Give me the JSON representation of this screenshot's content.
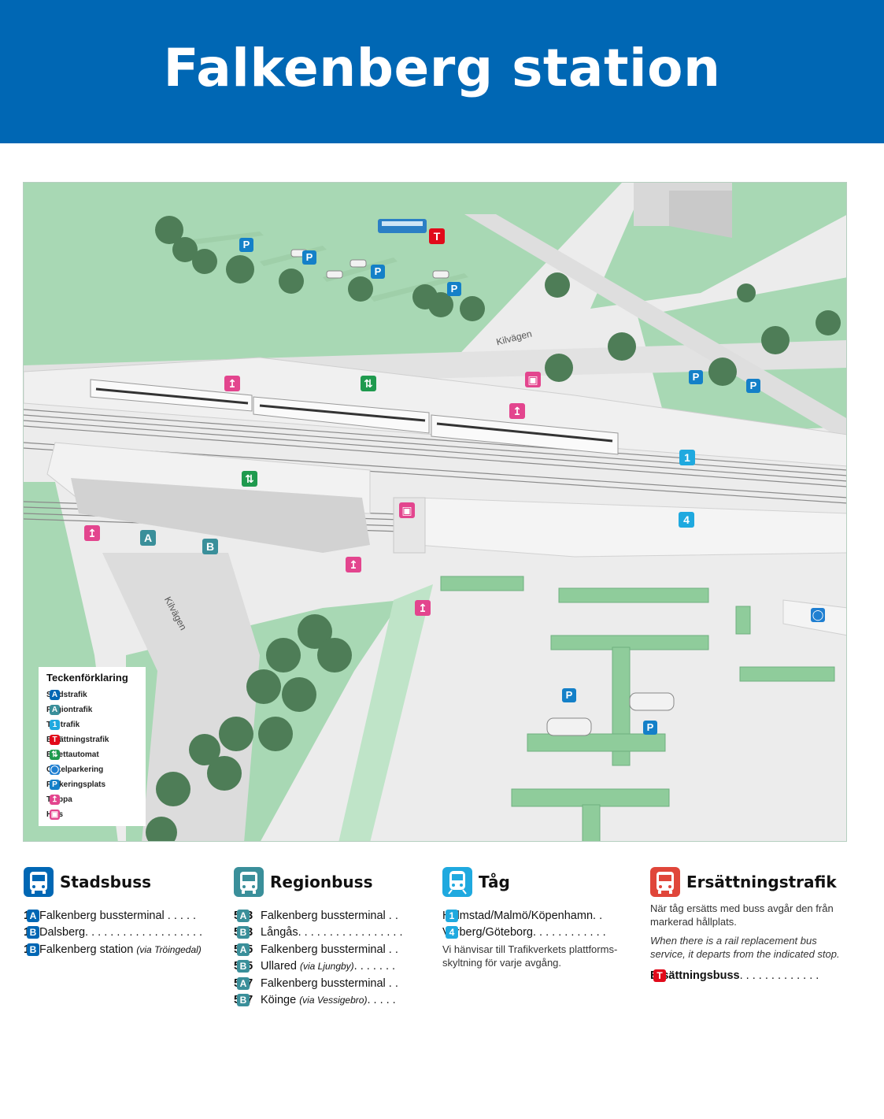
{
  "page": {
    "title": "Falkenberg station"
  },
  "colors": {
    "header_blue": "#0067b4",
    "stadstrafik": "#0067b4",
    "regiontrafik": "#3a8f9a",
    "tagtrafik": "#1fa9df",
    "ersattning": "#e10a1a",
    "biljett": "#1f9a4e",
    "parkering": "#1480c8",
    "trappa_hiss": "#e3458e",
    "grass": "#a8d8b4"
  },
  "map": {
    "road_labels": [
      "Kilvägen",
      "Kilvägen"
    ],
    "markers": {
      "P": "P",
      "T": "T",
      "A": "A",
      "B": "B",
      "track1": "1",
      "track4": "4"
    },
    "legend": {
      "title": "Teckenförklaring",
      "items": [
        {
          "badge": "A",
          "icon": "stadstrafik-icon",
          "label": "Stadstrafik"
        },
        {
          "badge": "A",
          "icon": "regiontrafik-icon",
          "label": "Regiontrafik"
        },
        {
          "badge": "1",
          "icon": "tagtrafik-icon",
          "label": "Tågtrafik"
        },
        {
          "badge": "T",
          "icon": "ersattningstrafik-icon",
          "label": "Ersättningstrafik"
        },
        {
          "badge": "",
          "icon": "ticket-machine-icon",
          "label": "Biljettautomat"
        },
        {
          "badge": "",
          "icon": "bicycle-icon",
          "label": "Cykelparkering"
        },
        {
          "badge": "P",
          "icon": "parking-icon",
          "label": "Parkeringsplats"
        },
        {
          "badge": "",
          "icon": "stairs-icon",
          "label": "Trappa"
        },
        {
          "badge": "",
          "icon": "elevator-icon",
          "label": "Hiss"
        }
      ]
    }
  },
  "timetable": {
    "stadsbuss": {
      "title": "Stadsbuss",
      "lines": [
        {
          "num": "1",
          "dest": "Falkenberg bussterminal",
          "via": "",
          "dots": " . . . . .",
          "badge": "A"
        },
        {
          "num": "1",
          "dest": "Dalsberg",
          "via": "",
          "dots": ". . . . . . . . . . . . . . . . . . .",
          "badge": "B"
        },
        {
          "num": "15",
          "dest": "Falkenberg station",
          "via": "(via Tröingedal)",
          "dots": "",
          "badge": "B"
        }
      ]
    },
    "regionbuss": {
      "title": "Regionbuss",
      "lines": [
        {
          "num": "553",
          "dest": "Falkenberg bussterminal",
          "via": "",
          "dots": " . .",
          "badge": "A"
        },
        {
          "num": "553",
          "dest": "Långås",
          "via": "",
          "dots": ". . . . . . . . . . . . . . . . .",
          "badge": "B"
        },
        {
          "num": "555",
          "dest": "Falkenberg bussterminal",
          "via": "",
          "dots": " . .",
          "badge": "A"
        },
        {
          "num": "555",
          "dest": "Ullared ",
          "via": "(via Ljungby)",
          "dots": ". . . . . . .",
          "badge": "B"
        },
        {
          "num": "557",
          "dest": "Falkenberg bussterminal",
          "via": "",
          "dots": " . .",
          "badge": "A"
        },
        {
          "num": "557",
          "dest": "Köinge ",
          "via": "(via Vessigebro)",
          "dots": ". . . . .",
          "badge": "B"
        }
      ]
    },
    "tag": {
      "title": "Tåg",
      "lines": [
        {
          "dest": "Halmstad/Malmö/Köpenhamn.",
          "dots": " .",
          "badge": "1"
        },
        {
          "dest": "Varberg/Göteborg",
          "dots": ". . . . . . . . . . . .",
          "badge": "4"
        }
      ],
      "note": "Vi hänvisar till Trafikverkets plattforms-skyltning för varje avgång."
    },
    "ersattning": {
      "title": "Ersättningstrafik",
      "note_sv": "När tåg ersätts med buss avgår den från markerad hållplats.",
      "note_en": "When there is a rail replacement bus service, it departs from the indicated stop.",
      "line": {
        "dest": "Ersättningsbuss",
        "dots": ". . . . . . . . . . . . .",
        "badge": "T"
      }
    }
  }
}
